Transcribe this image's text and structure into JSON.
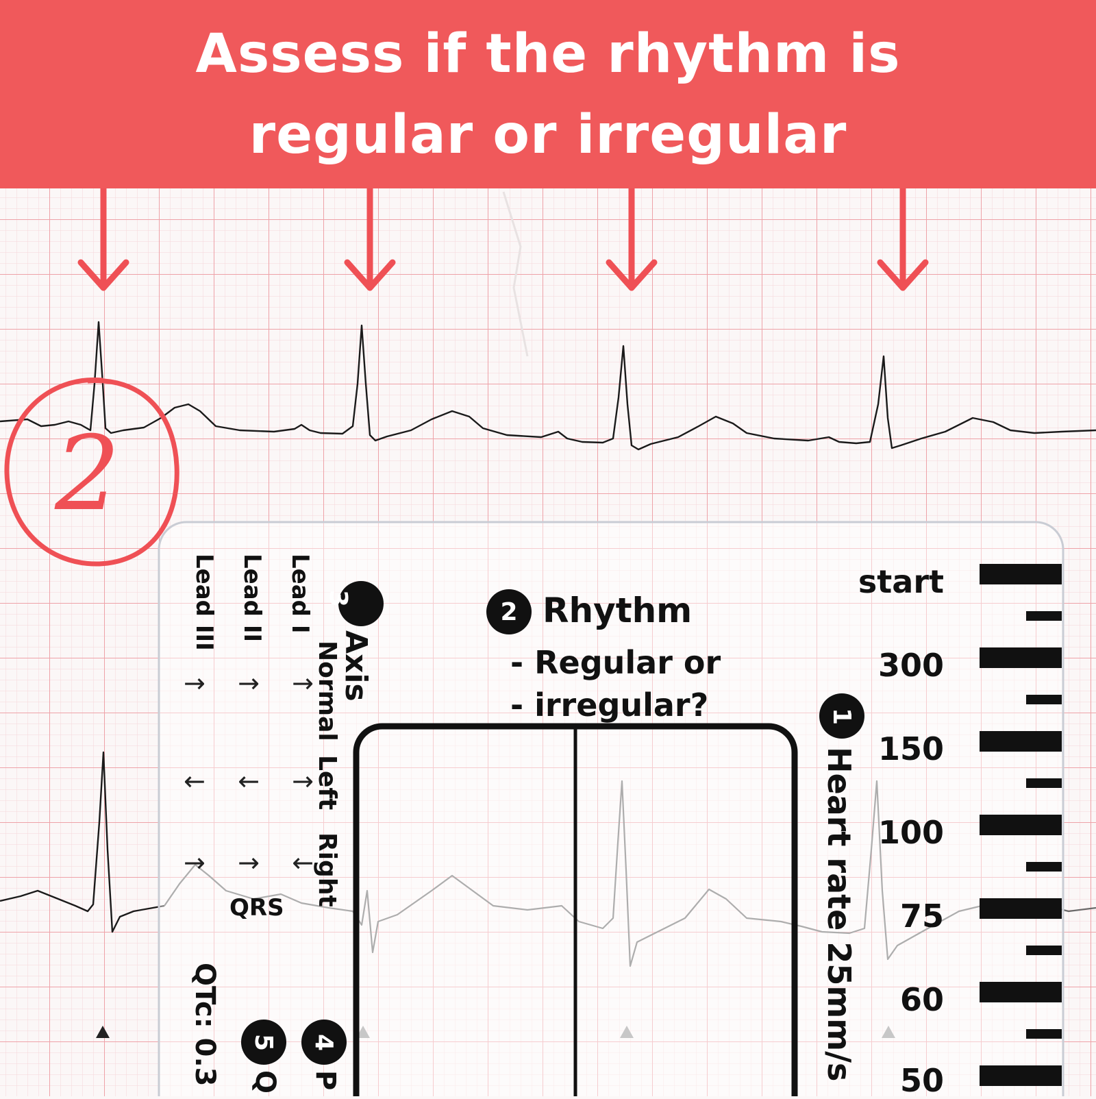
{
  "banner": {
    "line1": "Assess if the rhythm is",
    "line2": "regular or irregular"
  },
  "annotation": {
    "circled_number": "2"
  },
  "ruler": {
    "lead_labels": [
      "Lead III",
      "Lead II",
      "Lead I"
    ],
    "axis_badge": "3",
    "axis_title": "Axis",
    "axis_rows": [
      "Normal",
      "Left",
      "Right"
    ],
    "normal_arrows": [
      "→",
      "→",
      "→"
    ],
    "left_arrows": [
      "←",
      "←",
      "→"
    ],
    "right_arrows": [
      "→",
      "→",
      "←"
    ],
    "qrs_label": "QRS",
    "rhythm_badge": "2",
    "rhythm_title": "Rhythm",
    "rhythm_line1": "- Regular or",
    "rhythm_line2": "- irregular?",
    "heart_rate_badge": "1",
    "heart_rate_label": "Heart rate 25mm/s",
    "scale_labels": [
      "start",
      "300",
      "150",
      "100",
      "75",
      "60",
      "50"
    ],
    "qtc_label": "QTc: 0.3",
    "badge_5": "5",
    "badge_5_text": "Q",
    "badge_4": "4",
    "badge_4_text": "P"
  },
  "colors": {
    "banner": "#f0595b",
    "grid_major": "#f2a5ab",
    "grid_minor": "#f7d3d6",
    "trace": "#1a1a1a",
    "annotation": "#ef5055"
  }
}
